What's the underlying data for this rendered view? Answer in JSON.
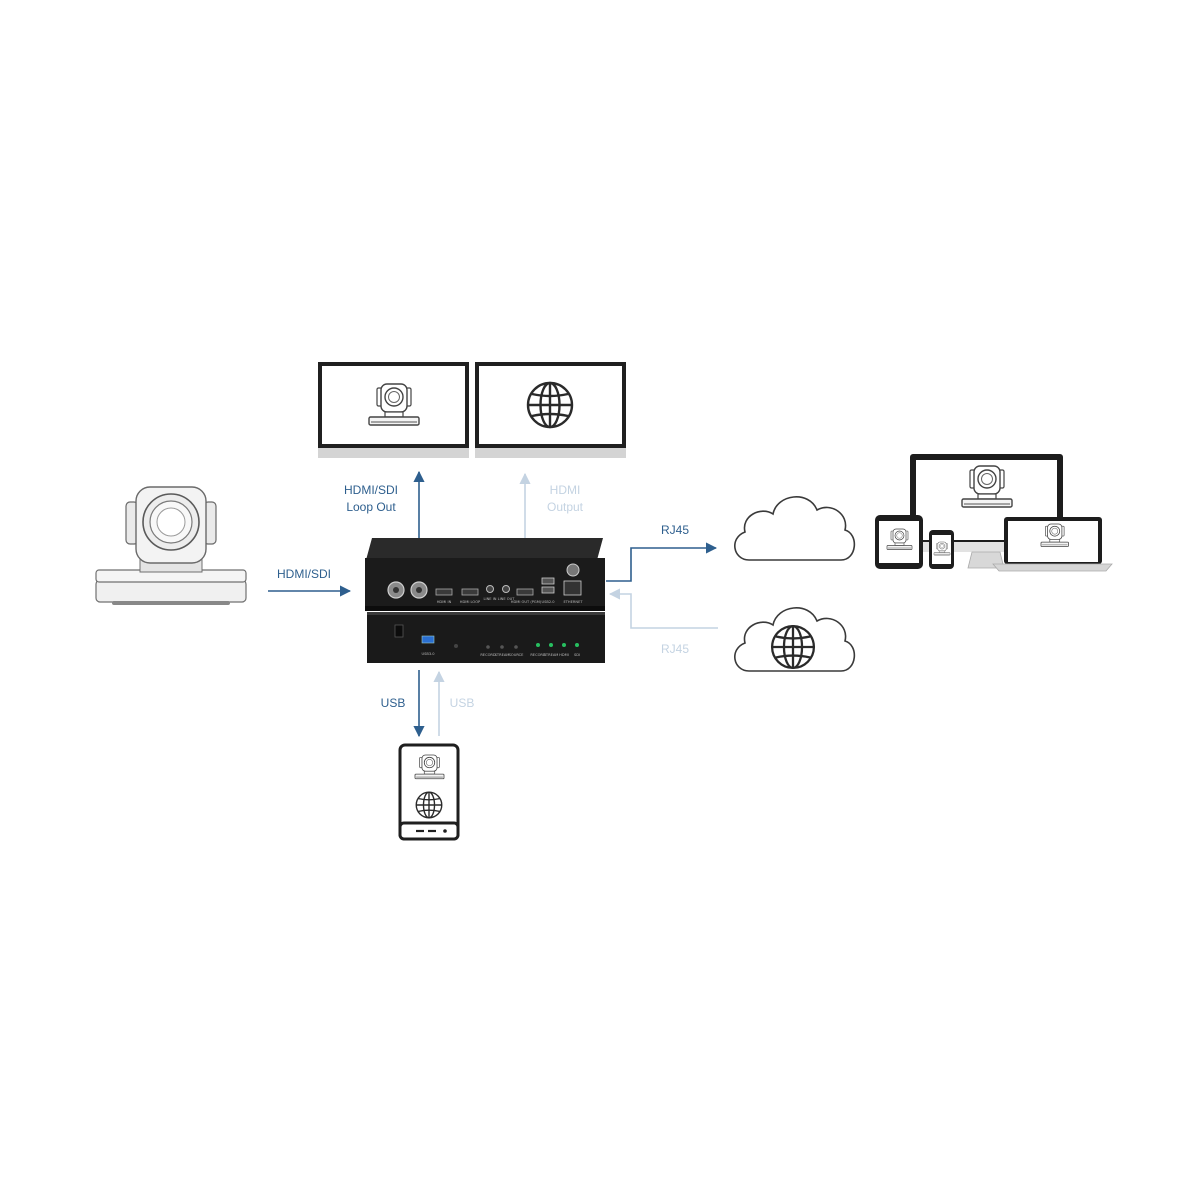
{
  "colors": {
    "active_blue": "#2e5f8e",
    "inactive_blue": "#c4d3e2",
    "device_body": "#1b1b1b",
    "port_label": "#b8b8b8",
    "led_green": "#27c060",
    "icon_outline": "#2a2a2a"
  },
  "labels": {
    "hdmi_sdi_in": "HDMI/SDI",
    "loop_out_line1": "HDMI/SDI",
    "loop_out_line2": "Loop Out",
    "hdmi_output_line1": "HDMI",
    "hdmi_output_line2": "Output",
    "rj45_out": "RJ45",
    "rj45_in": "RJ45",
    "usb_active": "USB",
    "usb_inactive": "USB"
  },
  "rear_panel_ports": [
    "HDMI IN",
    "HDMI LOOP",
    "LINE IN",
    "LINE OUT",
    "HDMI OUT (PGM)",
    "USB2.0",
    "ETHERNET"
  ],
  "front_panel": {
    "usb_label": "USB3.0",
    "buttons": [
      "RECORD",
      "STREAM",
      "SOURCE"
    ],
    "leds": [
      "RECORD",
      "STREAM",
      "HDMI",
      "SDI"
    ]
  },
  "icons": [
    "ptz-camera-icon",
    "monitor-icon",
    "globe-icon",
    "cloud-icon",
    "tablet-icon",
    "smartphone-icon",
    "laptop-icon",
    "desktop-icon",
    "portable-storage-icon"
  ]
}
